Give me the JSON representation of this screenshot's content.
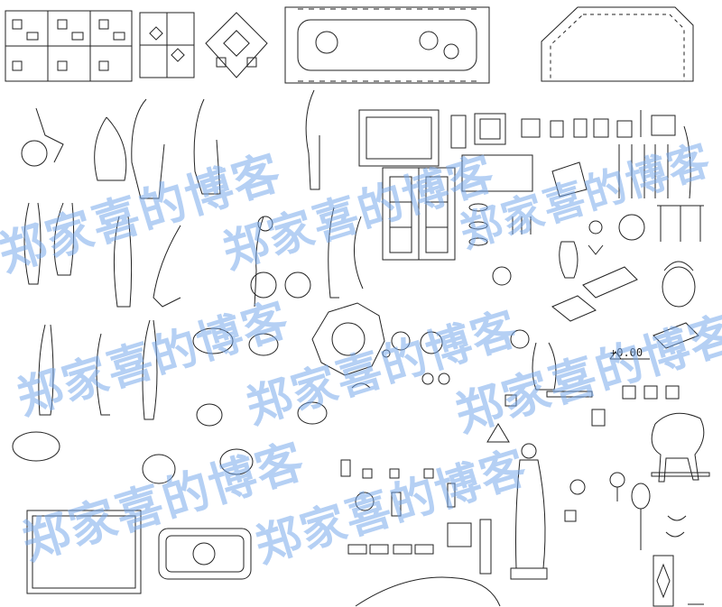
{
  "watermarks": [
    "郑家喜的博客",
    "郑家喜的博客",
    "郑家喜的博客",
    "郑家喜的博客",
    "郑家喜的博客",
    "郑家喜的博客",
    "郑家喜的博客",
    "郑家喜的博客"
  ],
  "labels": {
    "elevation": "+0.00"
  }
}
